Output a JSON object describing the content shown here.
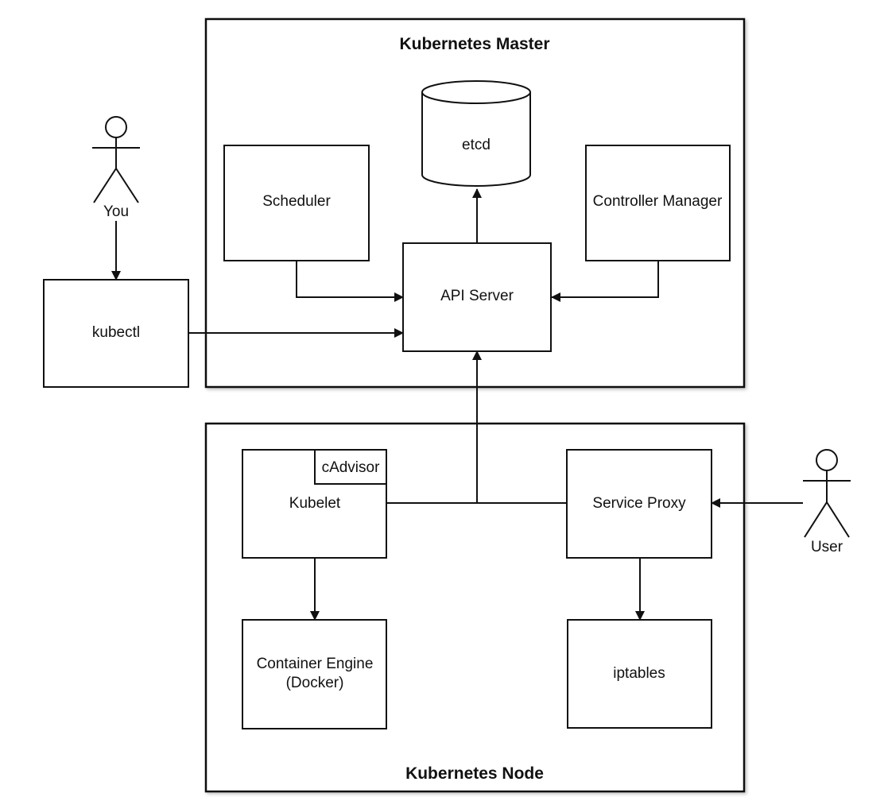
{
  "clusters": {
    "master": {
      "title": "Kubernetes Master"
    },
    "node": {
      "title": "Kubernetes Node"
    }
  },
  "nodes": {
    "etcd": "etcd",
    "scheduler": "Scheduler",
    "controller_manager": "Controller Manager",
    "api_server": "API Server",
    "kubectl": "kubectl",
    "kubelet": "Kubelet",
    "cadvisor": "cAdvisor",
    "service_proxy": "Service Proxy",
    "container_engine_line1": "Container Engine",
    "container_engine_line2": "(Docker)",
    "iptables": "iptables"
  },
  "actors": {
    "you": "You",
    "user": "User"
  }
}
